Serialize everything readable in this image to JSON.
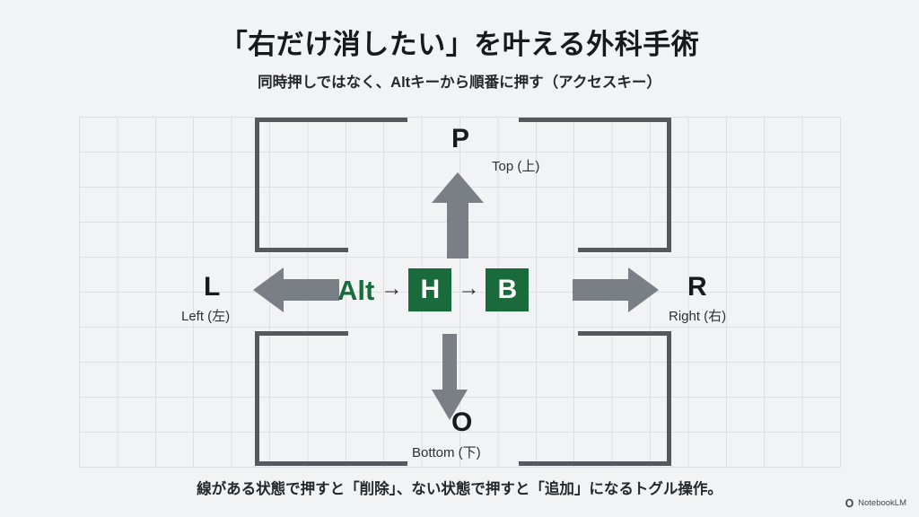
{
  "header": {
    "title": "「右だけ消したい」を叶える外科手術",
    "subtitle": "同時押しではなく、Altキーから順番に押す（アクセスキー）"
  },
  "diagram": {
    "sequence": {
      "alt_label": "Alt",
      "arrow_1": "→",
      "key_1": "H",
      "arrow_2": "→",
      "key_2": "B"
    },
    "directions": {
      "top": {
        "key": "P",
        "label": "Top (上)"
      },
      "bottom": {
        "key": "O",
        "label": "Bottom (下)"
      },
      "left": {
        "key": "L",
        "label": "Left (左)"
      },
      "right": {
        "key": "R",
        "label": "Right (右)"
      }
    },
    "colors": {
      "key_box_bg": "#1a6b3c",
      "alt_text": "#1a6b3c",
      "border": "#55595e",
      "arrow": "#7a7f85",
      "grid": "#dcdfe3",
      "background": "#f2f3f5"
    }
  },
  "footer": {
    "note": "線がある状態で押すと「削除」、ない状態で押すと「追加」になるトグル操作。",
    "watermark": "NotebookLM"
  }
}
